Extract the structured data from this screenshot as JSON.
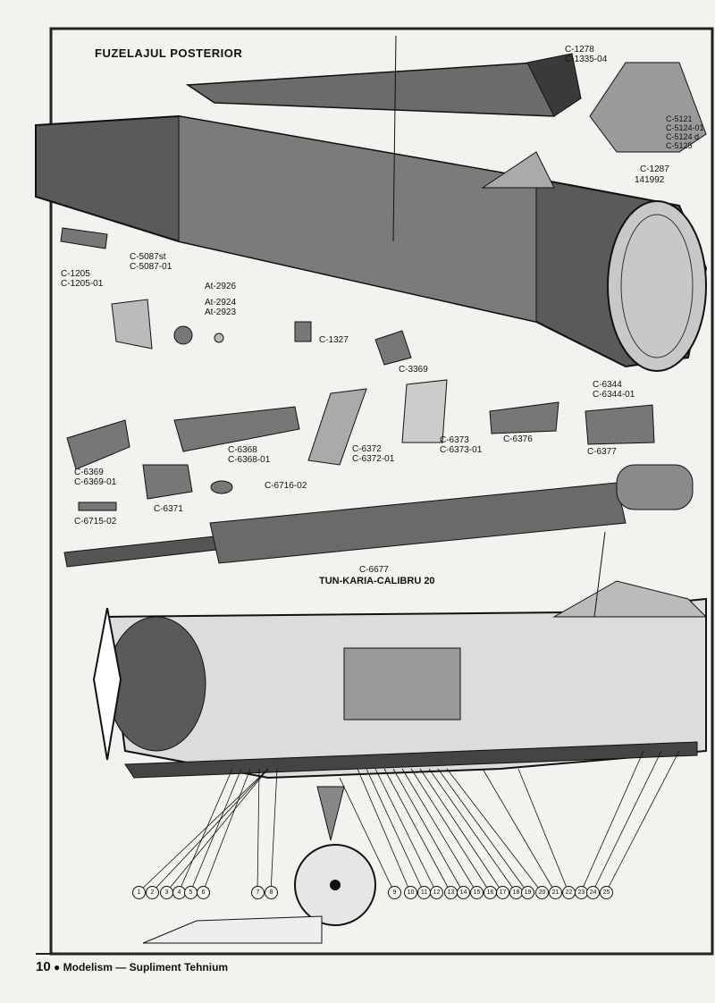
{
  "title": "FUZELAJUL POSTERIOR",
  "parts": {
    "c1278": "C-1278\nC-1335-04",
    "c5121": "C-5121\nC-5124-01\nC-5124 d\nC-5125",
    "c1287": "C-1287",
    "n141992": "141992",
    "c5087": "C-5087st\nC-5087-01",
    "c1205": "C-1205\nC-1205-01",
    "at2926": "At-2926",
    "at2924": "At-2924\nAt-2923",
    "c1327": "C-1327",
    "c3369": "C-3369",
    "c6344": "C-6344\nC-6344-01",
    "c6369": "C-6369\nC-6369-01",
    "c6368": "C-6368\nC-6368-01",
    "c6372": "C-6372\nC-6372-01",
    "c6373": "C-6373\nC-6373-01",
    "c6376": "C-6376",
    "c6377": "C-6377",
    "c6716": "C-6716-02",
    "c6371": "C-6371",
    "c6715": "C-6715-02"
  },
  "gun": {
    "code": "C-6677",
    "name": "TUN-KARIA-CALIBRU 20"
  },
  "callouts": [
    "1",
    "2",
    "3",
    "4",
    "5",
    "6",
    "7",
    "8",
    "9",
    "10",
    "11",
    "12",
    "13",
    "14",
    "15",
    "16",
    "17",
    "18",
    "19",
    "20",
    "21",
    "22",
    "23",
    "24",
    "25"
  ],
  "footer": {
    "page_number": "10",
    "text": "Modelism — Supliment Tehnium"
  }
}
